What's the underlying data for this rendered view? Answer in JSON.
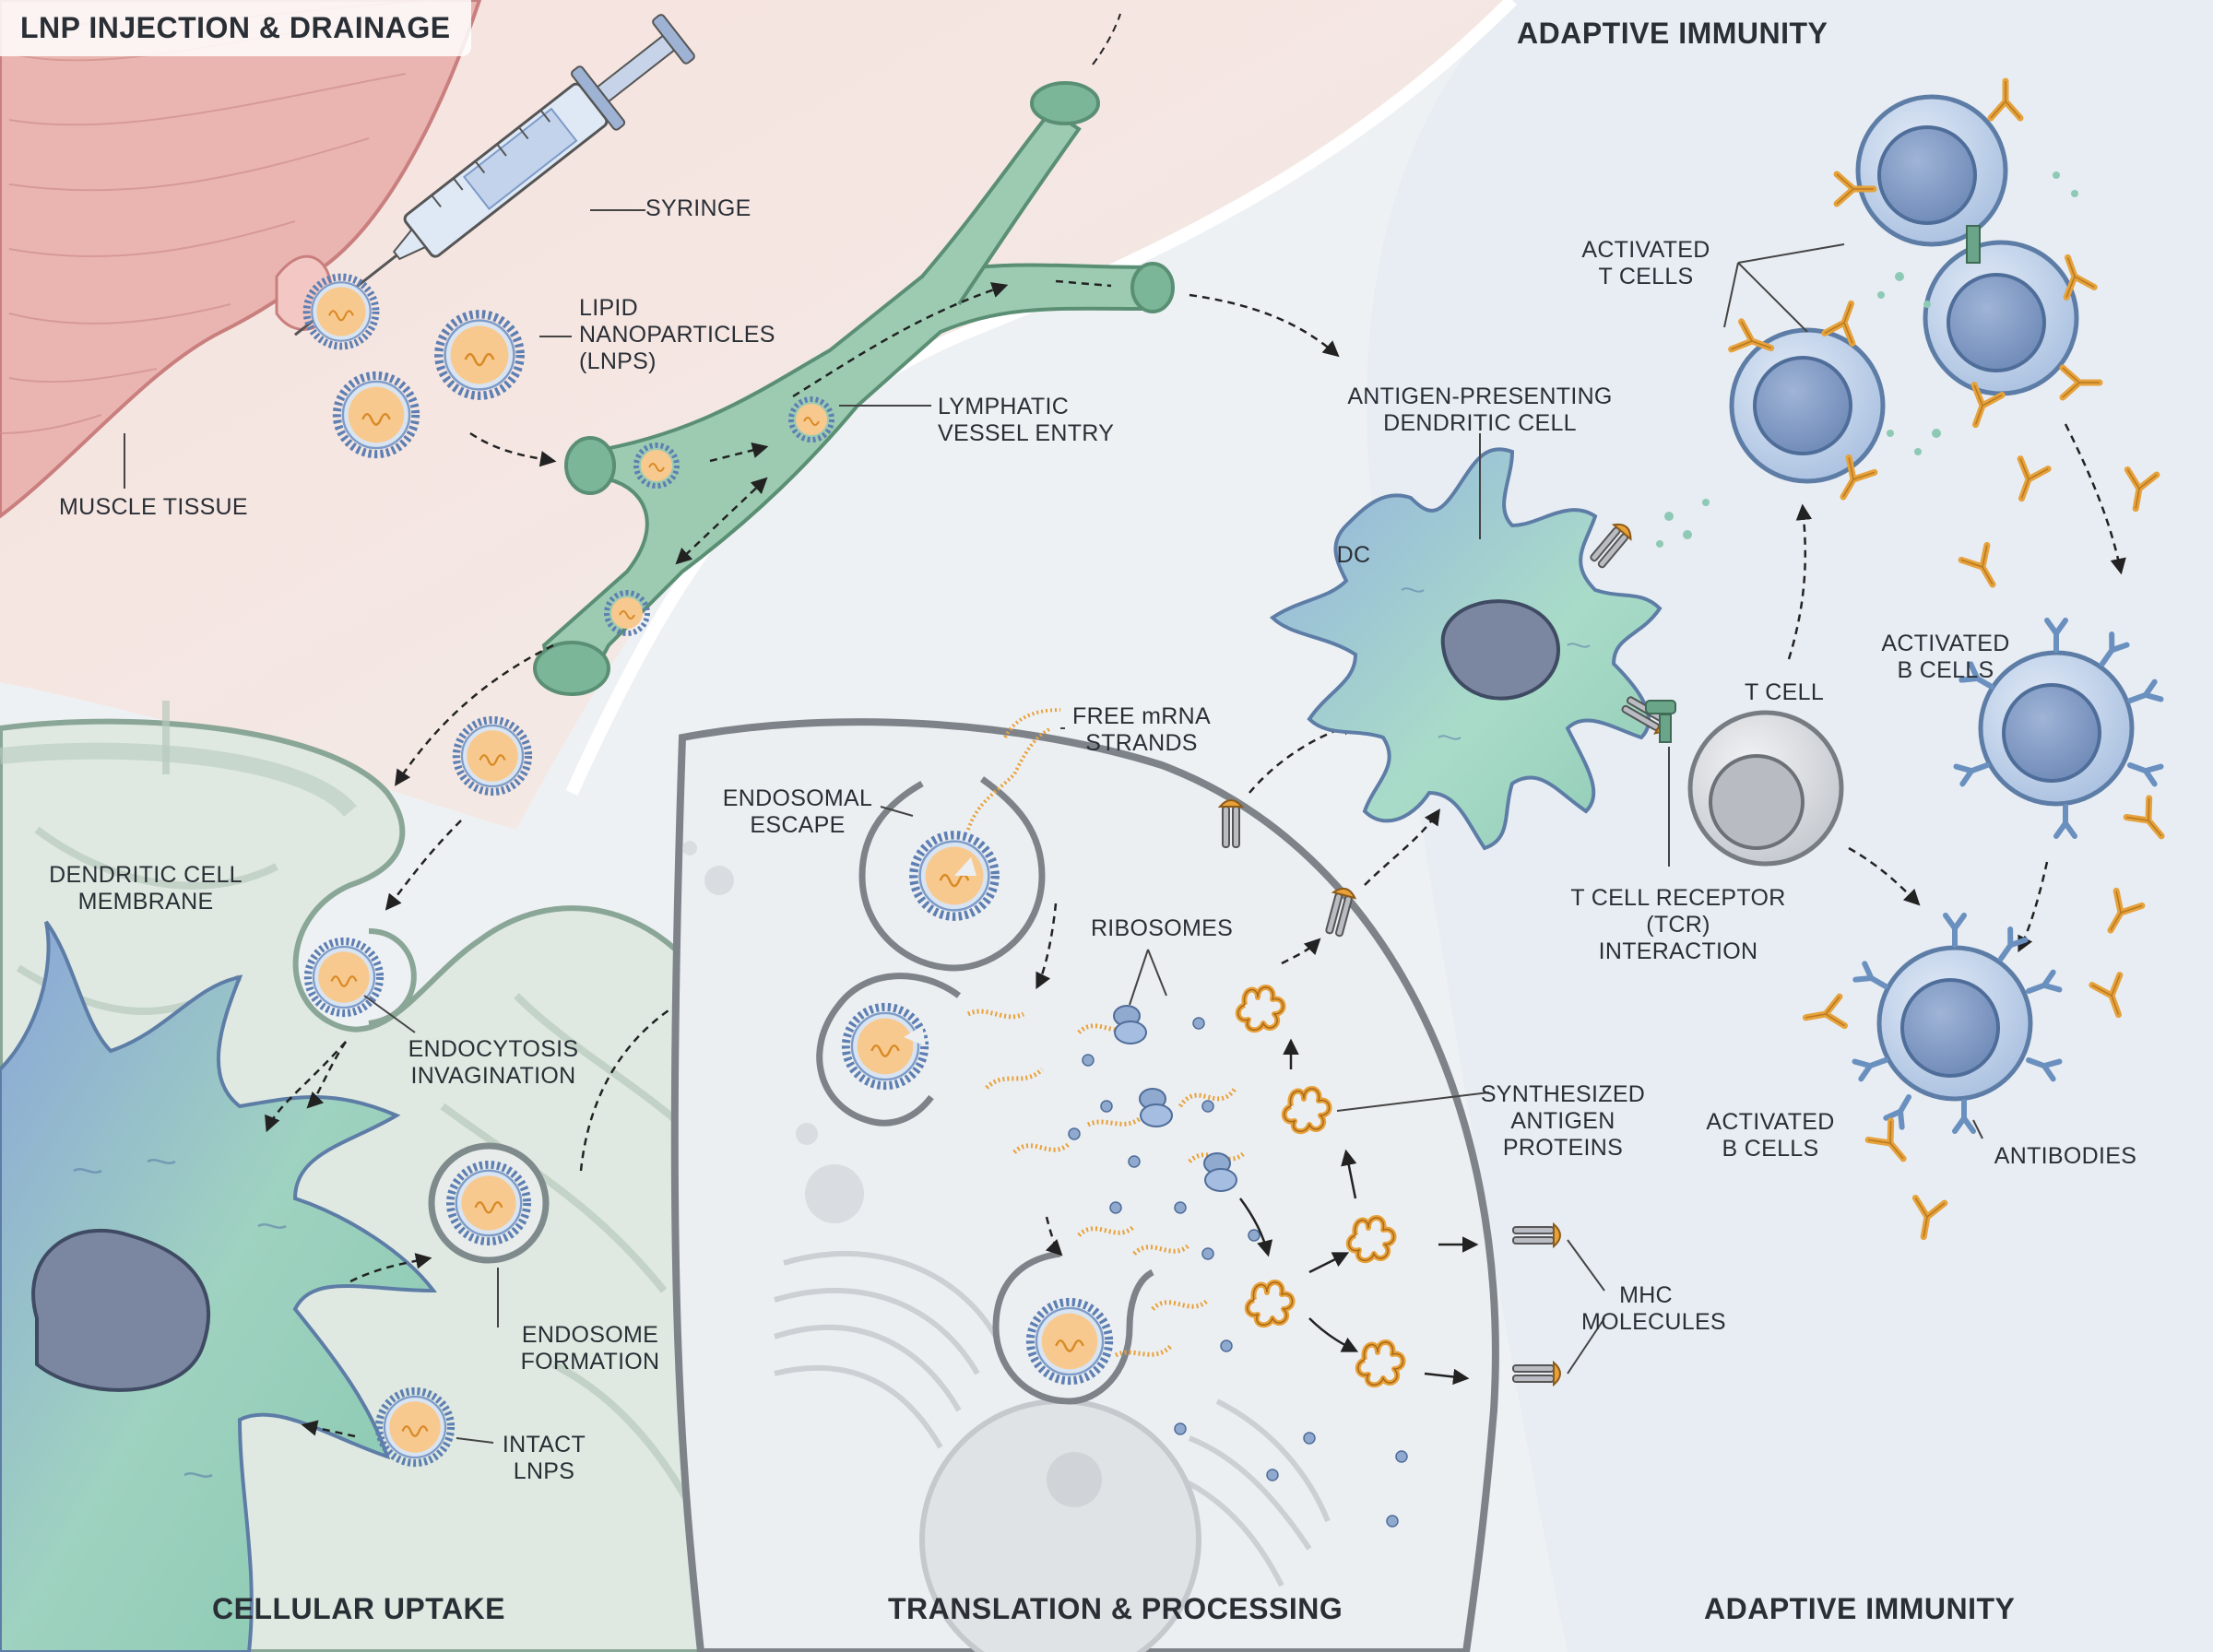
{
  "sections": {
    "injection": "LNP INJECTION & DRAINAGE",
    "adaptive_top": "ADAPTIVE IMMUNITY",
    "uptake": "CELLULAR UPTAKE",
    "translation": "TRANSLATION & PROCESSING",
    "adaptive_bottom": "ADAPTIVE IMMUNITY"
  },
  "labels": {
    "syringe": "SYRINGE",
    "lnps": "LIPID\nNANOPARTICLES\n(LNPS)",
    "muscle": "MUSCLE TISSUE",
    "lymphatic": "LYMPHATIC\nVESSEL ENTRY",
    "dc_membrane": "DENDRITIC CELL\nMEMBRANE",
    "endocytosis": "ENDOCYTOSIS\nINVAGINATION",
    "endosome_formation": "ENDOSOME\nFORMATION",
    "intact_lnps": "INTACT\nLNPS",
    "free_mrna": "FREE mRNA\nSTRANDS",
    "endosomal_escape": "ENDOSOMAL\nESCAPE",
    "ribosomes": "RIBOSOMES",
    "synth_antigen": "SYNTHESIZED\nANTIGEN\nPROTEINS",
    "mhc": "MHC\nMOLECULES",
    "apc_dc": "ANTIGEN-PRESENTING\nDENDRITIC CELL",
    "dc": "DC",
    "t_cell": "T CELL",
    "tcr": "T CELL RECEPTOR\n(TCR) INTERACTION",
    "activated_t": "ACTIVATED\nT CELLS",
    "activated_b_top": "ACTIVATED\nB CELLS",
    "activated_b_bottom": "ACTIVATED\nB CELLS",
    "antibodies": "ANTIBODIES"
  },
  "colors": {
    "muscle": "#f1c4c0",
    "muscle_stroke": "#c97f7d",
    "lymph": "#9ccbb2",
    "lymph_dark": "#6aa589",
    "lnp_shell": "#7d9cc8",
    "lnp_core": "#f7c58c",
    "mrna": "#e8a13a",
    "dc_blue": "#8fb0dc",
    "dc_green": "#a8dcc4",
    "nucleus": "#7f8ea8",
    "cell_light": "#c8d7ec",
    "t_cell": "#c8ccd1",
    "antibody": "#e6a23c",
    "receptor_blue": "#6a90bf"
  }
}
